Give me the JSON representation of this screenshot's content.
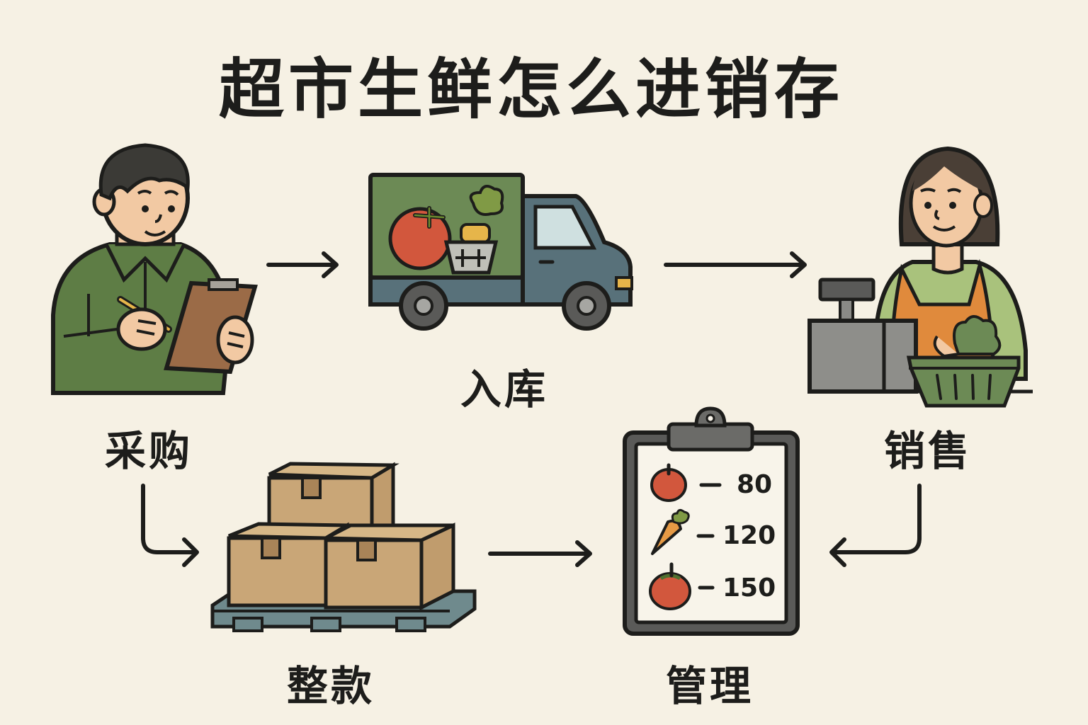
{
  "title": "超市生鲜怎么进销存",
  "steps": {
    "purchase": "采购",
    "warehousing": "入库",
    "sales": "销售",
    "sorting": "整款",
    "management": "管理"
  },
  "inventory_list": [
    {
      "item": "tomato",
      "value": "80"
    },
    {
      "item": "carrot",
      "value": "120"
    },
    {
      "item": "tomato",
      "value": "150"
    }
  ],
  "flow": [
    {
      "from": "采购",
      "to": "入库"
    },
    {
      "from": "入库",
      "to": "销售"
    },
    {
      "from": "采购",
      "to": "整款"
    },
    {
      "from": "整款",
      "to": "管理"
    },
    {
      "from": "销售",
      "to": "管理"
    }
  ],
  "colors": {
    "background": "#f6f1e4",
    "outline": "#1d1d1b",
    "shirt_green": "#5e7d45",
    "truck_blue": "#58717a",
    "box_tan": "#c9a677",
    "apron_orange": "#e08a3c",
    "tomato_red": "#d2573d",
    "clipboard_gray": "#5a5a58"
  }
}
